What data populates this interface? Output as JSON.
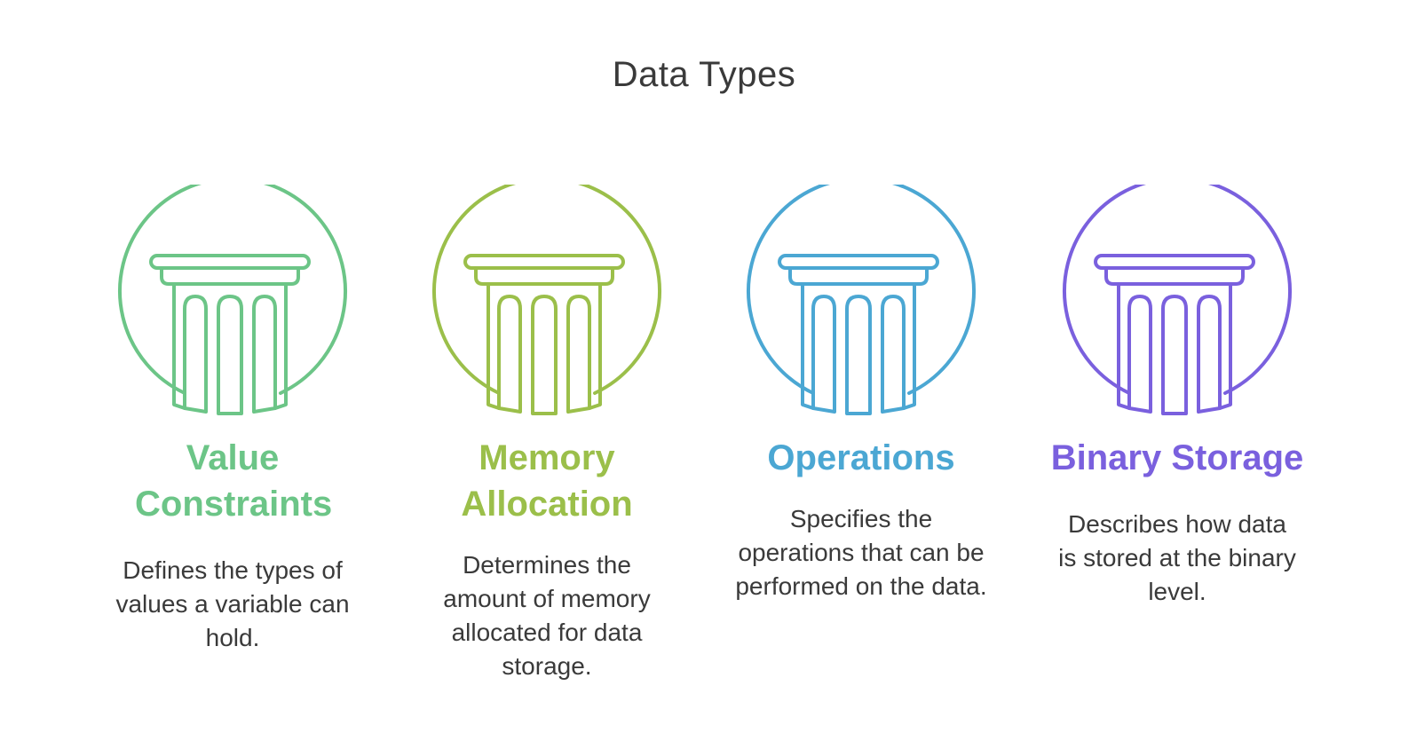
{
  "diagram": {
    "title": "Data Types",
    "pillars": [
      {
        "heading": "Value Constraints",
        "description": "Defines the types of values a variable can hold.",
        "color": "#6cc587",
        "icon": "pillar-icon"
      },
      {
        "heading": "Memory Allocation",
        "description": "Determines the amount of memory allocated for data storage.",
        "color": "#9bbf4a",
        "icon": "pillar-icon"
      },
      {
        "heading": "Operations",
        "description": "Specifies the operations that can be performed on the data.",
        "color": "#4ba7d3",
        "icon": "pillar-icon"
      },
      {
        "heading": "Binary Storage",
        "description": "Describes how data is stored at the binary level.",
        "color": "#7a60de",
        "icon": "pillar-icon"
      }
    ]
  }
}
